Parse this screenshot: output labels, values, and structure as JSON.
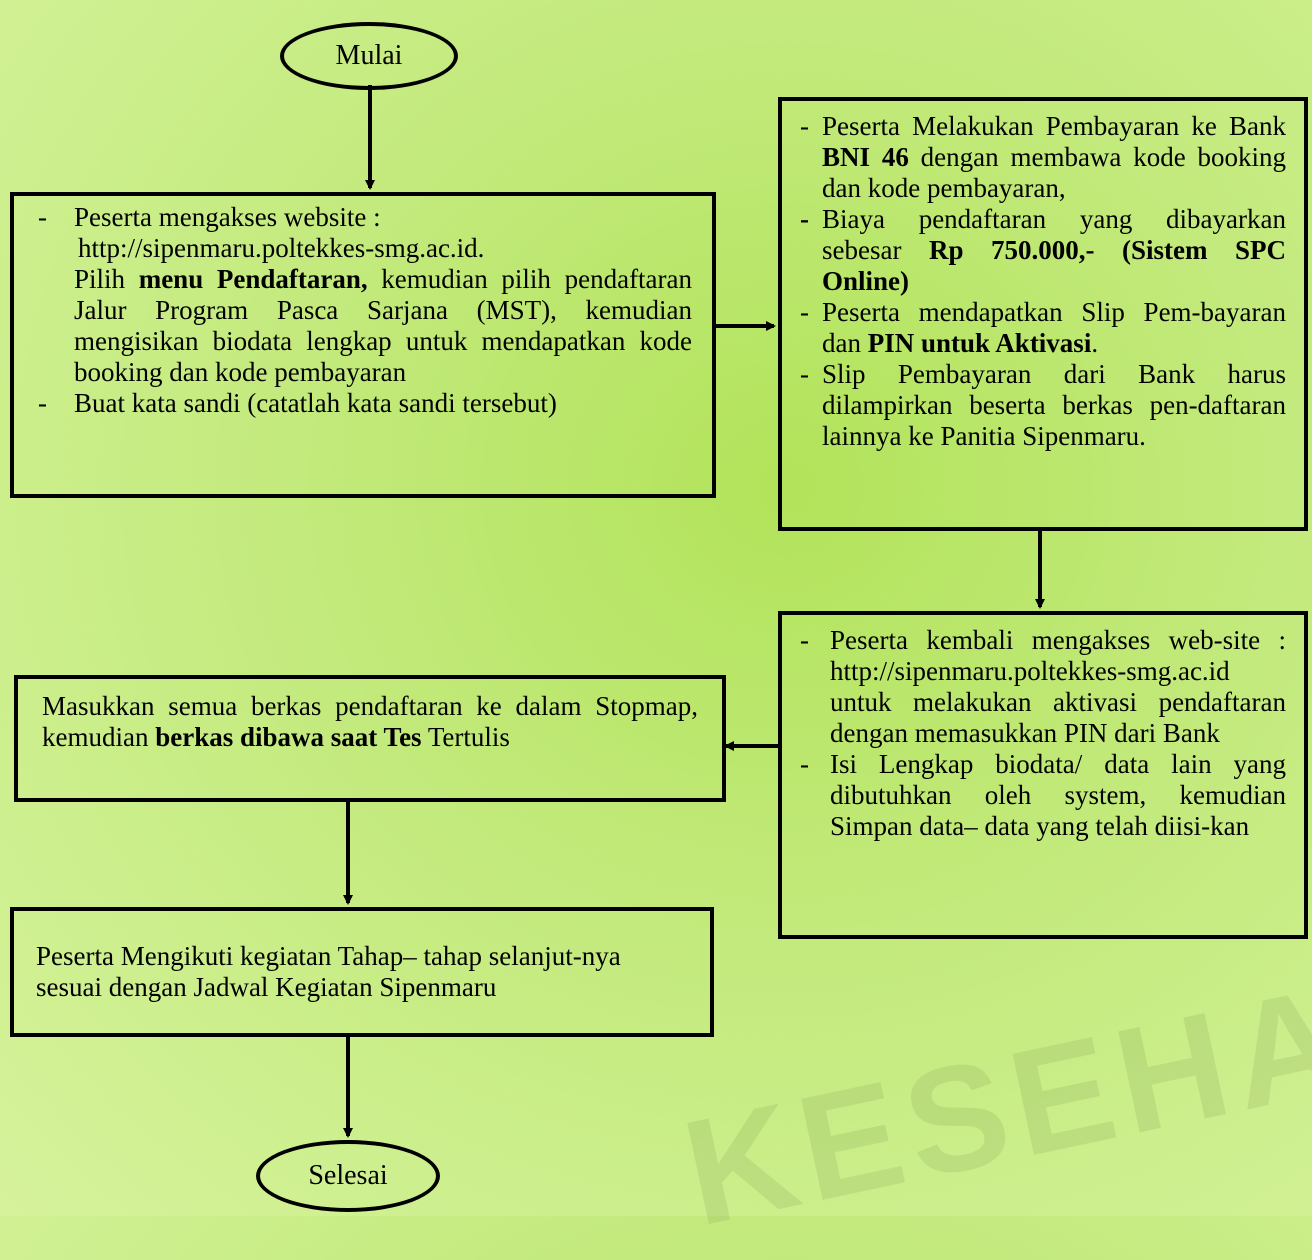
{
  "start_label": "Mulai",
  "end_label": "Selesai",
  "box1": {
    "line1_dash": "-",
    "line1": "Peserta mengakses website :",
    "url": "http://sipenmaru.poltekkes-smg.ac.id.",
    "p_pre": "Pilih",
    "p_bold": "menu Pendaftaran,",
    "p_post": "kemudian pilih pendaftaran Jalur Program Pasca Sarjana (MST), kemudian mengisikan biodata lengkap untuk mendapatkan kode booking dan kode pembayaran",
    "line2_dash": "-",
    "line2": "Buat kata sandi (catatlah kata sandi tersebut)"
  },
  "box2": {
    "i1_dash": "-",
    "i1_pre": "Peserta Melakukan Pembayaran ke Bank",
    "i1_bold": "BNI 46",
    "i1_post": "dengan membawa kode booking dan kode pembayaran,",
    "i2_dash": "-",
    "i2_pre": "Biaya pendaftaran yang dibayarkan sebesar",
    "i2_bold": "Rp 750.000,- (Sistem SPC Online)",
    "i3_dash": "-",
    "i3_pre": "Peserta mendapatkan Slip Pem-bayaran dan",
    "i3_bold": "PIN untuk Aktivasi",
    "i3_post": ".",
    "i4_dash": "-",
    "i4": "Slip Pembayaran dari Bank harus dilampirkan beserta berkas pen-daftaran lainnya ke Panitia Sipenmaru."
  },
  "box3": {
    "i1_dash": "-",
    "i1": "Peserta kembali mengakses web-site : http://sipenmaru.poltekkes-smg.ac.id untuk melakukan aktivasi pendaftaran dengan memasukkan PIN dari Bank",
    "i2_dash": "-",
    "i2": "Isi Lengkap biodata/ data lain yang dibutuhkan oleh system, kemudian Simpan data– data yang telah diisi-kan"
  },
  "box4": {
    "pre": "Masukkan semua berkas pendaftaran ke dalam Stopmap, kemudian",
    "bold": "berkas dibawa saat Tes",
    "post": "Tertulis"
  },
  "box5": {
    "text": "Peserta Mengikuti kegiatan Tahap– tahap selanjut-nya sesuai dengan Jadwal Kegiatan Sipenmaru"
  },
  "watermark": "KESEHAT"
}
